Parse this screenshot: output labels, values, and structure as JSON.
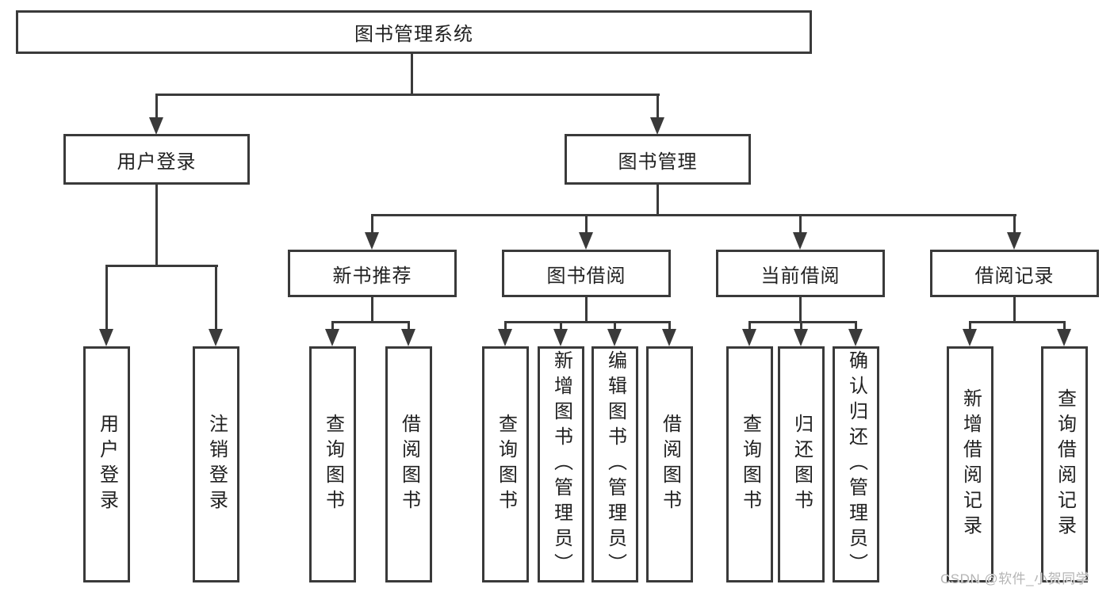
{
  "colors": {
    "line": "#3a3a3a",
    "text": "#212121",
    "watermark": "#b5b5b5",
    "background": "#ffffff"
  },
  "tree": {
    "root": {
      "label": "图书管理系统"
    },
    "branches": [
      {
        "label": "用户登录",
        "leaves": [
          "用户登录",
          "注销登录"
        ]
      },
      {
        "label": "图书管理",
        "groups": [
          {
            "label": "新书推荐",
            "leaves": [
              "查询图书",
              "借阅图书"
            ]
          },
          {
            "label": "图书借阅",
            "leaves": [
              "查询图书",
              "新增图书（管理员）",
              "编辑图书（管理员）",
              "借阅图书"
            ]
          },
          {
            "label": "当前借阅",
            "leaves": [
              "查询图书",
              "归还图书",
              "确认归还（管理员）"
            ]
          },
          {
            "label": "借阅记录",
            "leaves": [
              "新增借阅记录",
              "查询借阅记录"
            ]
          }
        ]
      }
    ]
  },
  "watermark": "CSDN @软件_小贺同学"
}
